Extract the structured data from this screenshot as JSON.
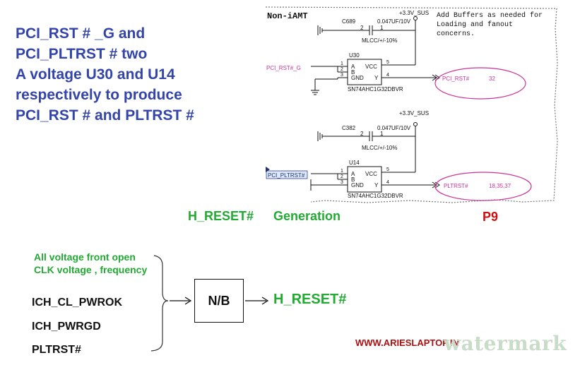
{
  "title_lines": [
    "PCI_RST # _G and",
    "PCI_PLTRST # two",
    "A voltage U30 and U14",
    "respectively to produce",
    "PCI_RST # and PLTRST #"
  ],
  "schematic": {
    "header": "Non-iAMT",
    "note_lines": [
      "Add Buffers as needed for",
      "Loading and fanout",
      "concerns."
    ],
    "top": {
      "cap_ref": "C689",
      "cap_value": "0.047UF/10V",
      "cap_type": "MLCC/+/-10%",
      "cap_pin_left": "2",
      "cap_pin_right": "1",
      "rail": "+3.3V_SUS",
      "ic_ref": "U30",
      "ic_part": "SN74AHC1G32DBVR",
      "pins": {
        "a": "A",
        "b": "B",
        "gnd": "GND",
        "vcc": "VCC",
        "y": "Y"
      },
      "pin_nums": {
        "a": "1",
        "b": "2",
        "gnd": "3",
        "vcc": "5",
        "y": "4"
      },
      "input_net": "PCI_RST#_G",
      "output_net": "PCI_RST#",
      "output_page": "32"
    },
    "bottom": {
      "cap_ref": "C382",
      "cap_value": "0.047UF/10V",
      "cap_type": "MLCC/+/-10%",
      "cap_pin_left": "2",
      "cap_pin_right": "1",
      "rail": "+3.3V_SUS",
      "ic_ref": "U14",
      "ic_part": "SN74AHC1G32DBVR",
      "pins": {
        "a": "A",
        "b": "B",
        "gnd": "GND",
        "vcc": "VCC",
        "y": "Y"
      },
      "pin_nums": {
        "a": "1",
        "b": "2",
        "gnd": "3",
        "vcc": "5",
        "y": "4"
      },
      "input_net": "PCI_PLTRST#",
      "output_net": "PLTRST#",
      "output_page": "18,35,37"
    }
  },
  "labels": {
    "h_reset_top": "H_RESET#",
    "generation": "Generation",
    "p9": "P9",
    "note_line1": "All voltage front open",
    "note_line2": "CLK voltage , frequency",
    "signals": [
      "ICH_CL_PWROK",
      "ICH_PWRGD",
      "PLTRST#"
    ],
    "nb_box": "N/B",
    "h_reset_out": "H_RESET#",
    "url": "WWW.ARIESLAPTOP.IN",
    "watermark": "watermark"
  },
  "colors": {
    "title": "#3344aa",
    "green": "#22aa33",
    "red": "#cc1111",
    "magenta": "#cc3399",
    "schematic_line": "#111111"
  }
}
